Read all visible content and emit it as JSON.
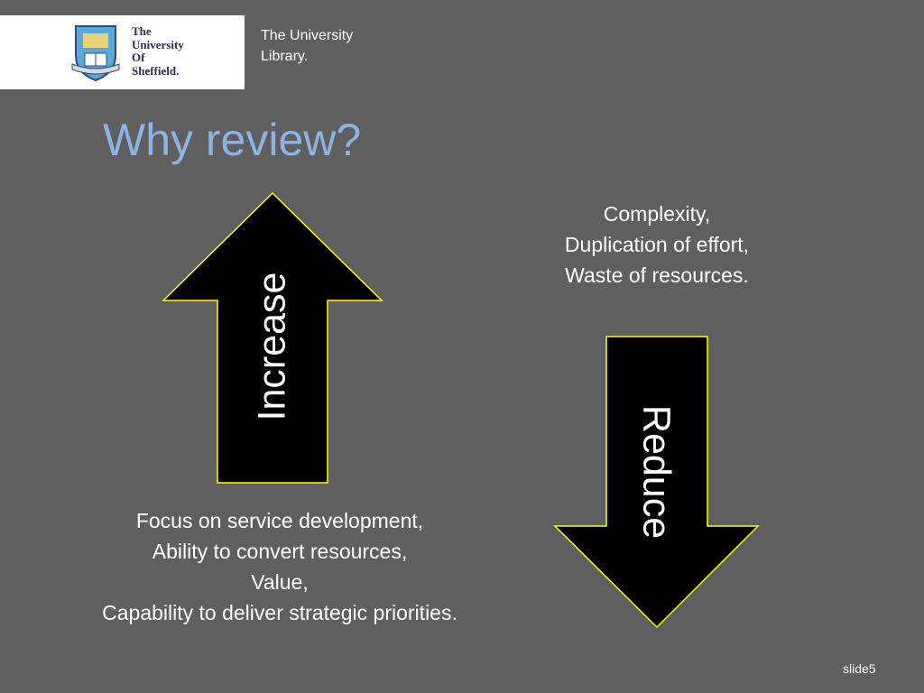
{
  "header": {
    "logo_lines": [
      "The",
      "University",
      "Of",
      "Sheffield."
    ],
    "library_lines": [
      "The University",
      "Library."
    ]
  },
  "title": "Why review?",
  "arrows": {
    "increase_label": "Increase",
    "reduce_label": "Reduce",
    "fill_color": "#000000",
    "outline_color": "#ffff00"
  },
  "reduce_items": [
    "Complexity,",
    "Duplication of effort,",
    "Waste of resources."
  ],
  "increase_items": [
    "Focus on service development,",
    "Ability to convert resources,",
    "Value,",
    "Capability to deliver strategic priorities."
  ],
  "slide_number": "slide5",
  "colors": {
    "background": "#5f5f5f",
    "title": "#8db3e2",
    "text": "#ffffff"
  }
}
